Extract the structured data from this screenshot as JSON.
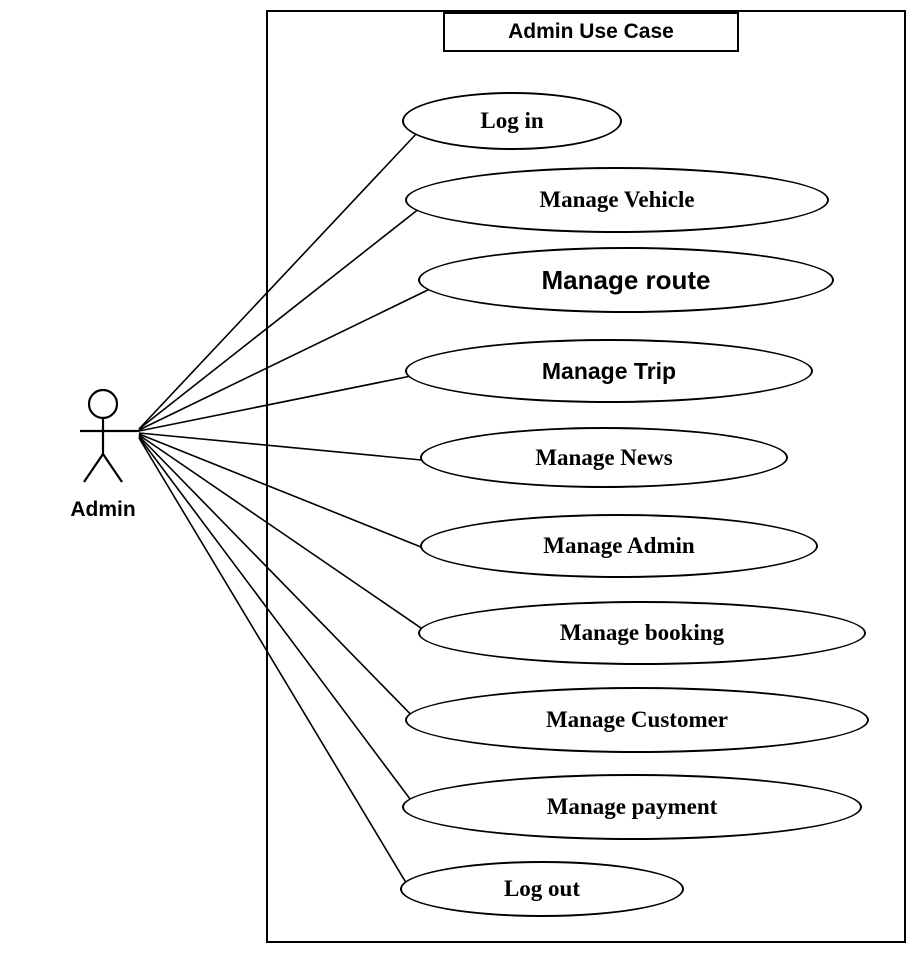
{
  "diagram": {
    "title": "Admin Use Case",
    "type": "uml-use-case-diagram",
    "actor": "Admin",
    "use_cases": [
      {
        "id": "login",
        "label": "Log in"
      },
      {
        "id": "manage-vehicle",
        "label": "Manage Vehicle"
      },
      {
        "id": "manage-route",
        "label": "Manage route"
      },
      {
        "id": "manage-trip",
        "label": "Manage Trip"
      },
      {
        "id": "manage-news",
        "label": "Manage News"
      },
      {
        "id": "manage-admin",
        "label": "Manage Admin"
      },
      {
        "id": "manage-booking",
        "label": "Manage booking"
      },
      {
        "id": "manage-customer",
        "label": "Manage Customer"
      },
      {
        "id": "manage-payment",
        "label": "Manage payment"
      },
      {
        "id": "logout",
        "label": "Log out"
      }
    ],
    "connections": [
      {
        "from": "Admin",
        "to": "Log in"
      },
      {
        "from": "Admin",
        "to": "Manage Vehicle"
      },
      {
        "from": "Admin",
        "to": "Manage route"
      },
      {
        "from": "Admin",
        "to": "Manage Trip"
      },
      {
        "from": "Admin",
        "to": "Manage News"
      },
      {
        "from": "Admin",
        "to": "Manage Admin"
      },
      {
        "from": "Admin",
        "to": "Manage booking"
      },
      {
        "from": "Admin",
        "to": "Manage Customer"
      },
      {
        "from": "Admin",
        "to": "Manage payment"
      },
      {
        "from": "Admin",
        "to": "Log out"
      }
    ],
    "colors": {
      "stroke": "#000000",
      "fill": "#ffffff"
    }
  }
}
